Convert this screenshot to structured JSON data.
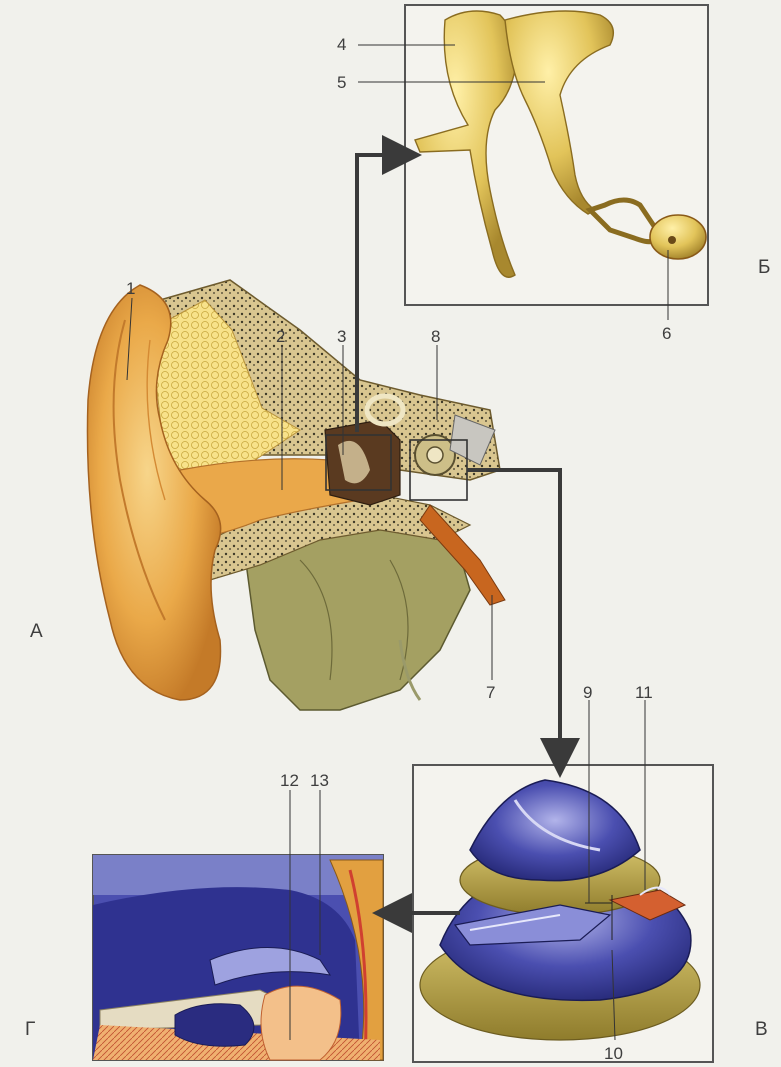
{
  "labels": {
    "n1": "1",
    "n2": "2",
    "n3": "3",
    "n4": "4",
    "n5": "5",
    "n6": "6",
    "n7": "7",
    "n8": "8",
    "n9": "9",
    "n10": "10",
    "n11": "11",
    "n12": "12",
    "n13": "13"
  },
  "panel_letters": {
    "a": "А",
    "b": "Б",
    "v": "В",
    "g": "Г"
  },
  "colors": {
    "skin": "#e9ad4c",
    "skin_light": "#f5cf78",
    "bone": "#e7c96a",
    "cochlea_blue": "#2b2f86",
    "cochlea_light": "#8c8fd0",
    "gold": "#b9a44a",
    "frame": "#555555",
    "arrow": "#3a3a3a"
  }
}
